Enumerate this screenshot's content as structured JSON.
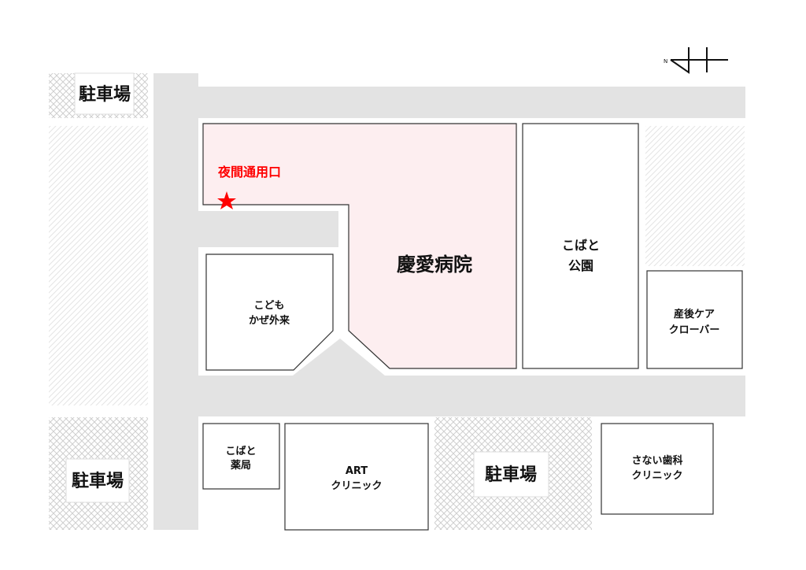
{
  "colors": {
    "road": "#e3e3e3",
    "hospital_fill": "#fdeef0",
    "building_stroke": "#333333",
    "accent_red": "#ff0000",
    "hatch": "#cfcfcf"
  },
  "compass": {
    "label": "N",
    "icon": "north-arrow-icon"
  },
  "parking": {
    "top_left": "駐車場",
    "bottom_left": "駐車場",
    "bottom_center": "駐車場"
  },
  "hospital": {
    "name": "慶愛病院"
  },
  "night_entrance": {
    "label": "夜間通用口",
    "icon": "star-icon"
  },
  "kodomo_kaze": {
    "line1": "こども",
    "line2": "かぜ外来"
  },
  "kobato_park": {
    "line1": "こばと",
    "line2": "公園"
  },
  "sango_care": {
    "line1": "産後ケア",
    "line2": "クローバー"
  },
  "kobato_pharmacy": {
    "line1": "こばと",
    "line2": "薬局"
  },
  "art_clinic": {
    "line1": "ART",
    "line2": "クリニック"
  },
  "sanai_dental": {
    "line1": "さない歯科",
    "line2": "クリニック"
  }
}
